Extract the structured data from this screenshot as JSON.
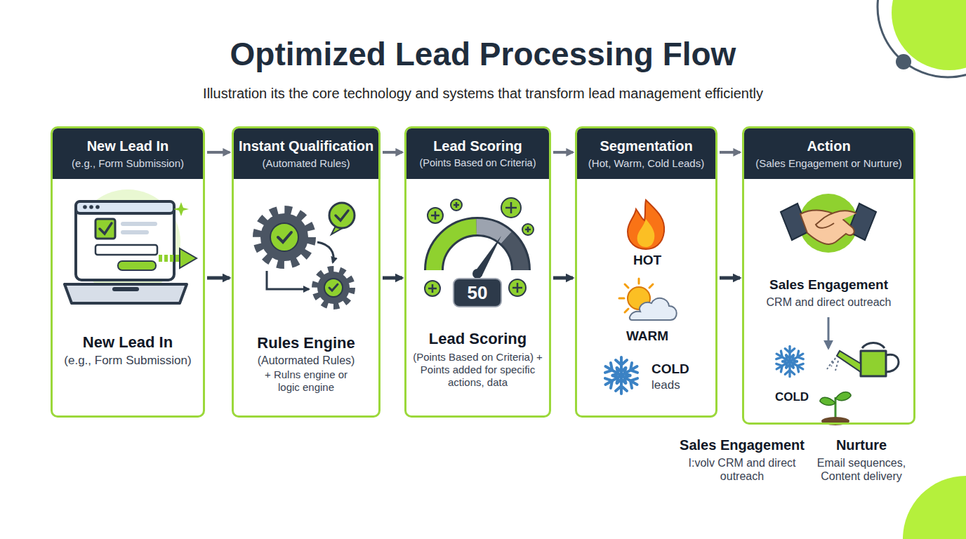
{
  "diagram": {
    "title": "Optimized Lead Processing Flow",
    "nodes": [
      {
        "text": [
          "New Lead In",
          "(e.g., Form Submission)",
          "New Lead In",
          "(e.g., Form Submission)"
        ]
      },
      {
        "text": [
          "Instant Qualification",
          "(Automated Rules)",
          "Rules Engine",
          "(Autormated Rules)",
          "+ Rulns engine or logic engine"
        ]
      },
      {
        "text": [
          "Lead Scoring",
          "(Points Based on Criteria)",
          "Lead Scoring",
          "(Points Based on Criteria) + Points added for specific actions, data"
        ]
      },
      {
        "text": [
          "Segmentation",
          "(Hot, Warm, Cold Leads)",
          "HOT",
          "WARM",
          "COLD",
          "leads"
        ]
      },
      {
        "text": [
          "Action",
          "(Sales Engagement or Nurture)",
          "Sales Engagement",
          "CRM and direct outreach",
          "COLD"
        ]
      }
    ],
    "edges": [
      {
        "from": 0,
        "to": 1,
        "arrow": "to"
      },
      {
        "from": 0,
        "to": 1,
        "arrow": "to"
      },
      {
        "from": 1,
        "to": 2,
        "arrow": "to"
      },
      {
        "from": 1,
        "to": 2,
        "arrow": "to"
      },
      {
        "from": 2,
        "to": 3,
        "arrow": "to"
      },
      {
        "from": 2,
        "to": 3,
        "arrow": "to"
      },
      {
        "from": 3,
        "to": 4,
        "arrow": "to"
      },
      {
        "from": 3,
        "to": 4,
        "arrow": "to"
      }
    ],
    "labels": [
      "Illustration its the core technology and systems that transform lead management efficiently",
      "50",
      "Sales Engagement",
      "I:volv CRM and direct outreach",
      "Nurture",
      "Email sequences, Content delivery"
    ]
  }
}
